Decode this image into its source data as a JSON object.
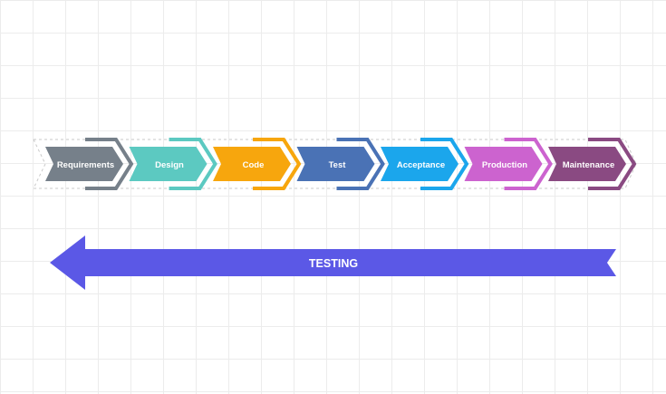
{
  "diagram": {
    "stages": [
      {
        "label": "Requirements",
        "color": "#76808a"
      },
      {
        "label": "Design",
        "color": "#5cc9c1"
      },
      {
        "label": "Code",
        "color": "#f7a60d"
      },
      {
        "label": "Test",
        "color": "#4a72b5"
      },
      {
        "label": "Acceptance",
        "color": "#1ba6ec"
      },
      {
        "label": "Production",
        "color": "#cc63cf"
      },
      {
        "label": "Maintenance",
        "color": "#8a4a82"
      }
    ],
    "band": {
      "label": "TESTING",
      "color": "#5b58e6"
    }
  }
}
